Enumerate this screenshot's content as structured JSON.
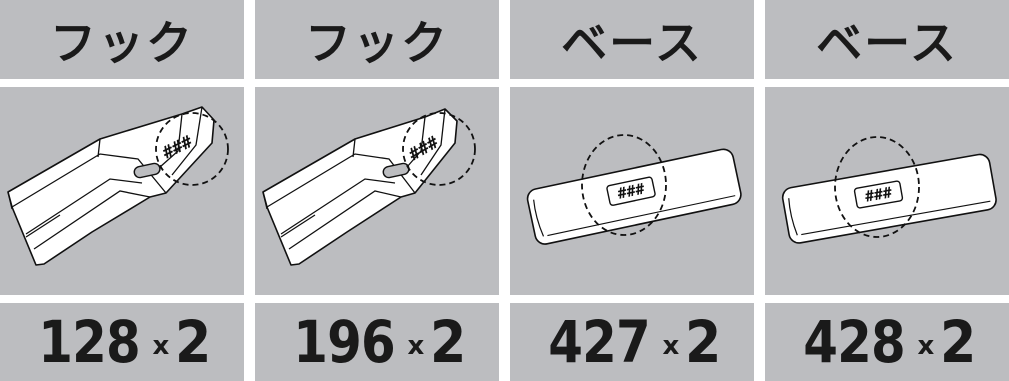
{
  "cards": [
    {
      "title": "フック",
      "part_type": "hook",
      "mark": "###",
      "number": "128",
      "times": "x",
      "count": "2"
    },
    {
      "title": "フック",
      "part_type": "hook",
      "mark": "###",
      "number": "196",
      "times": "x",
      "count": "2"
    },
    {
      "title": "ベース",
      "part_type": "base",
      "mark": "###",
      "number": "427",
      "times": "x",
      "count": "2"
    },
    {
      "title": "ベース",
      "part_type": "base",
      "mark": "###",
      "number": "428",
      "times": "x",
      "count": "2"
    }
  ],
  "colors": {
    "panel": "#bcbdc0",
    "ink": "#1a1a1a",
    "part": "#ffffff"
  }
}
